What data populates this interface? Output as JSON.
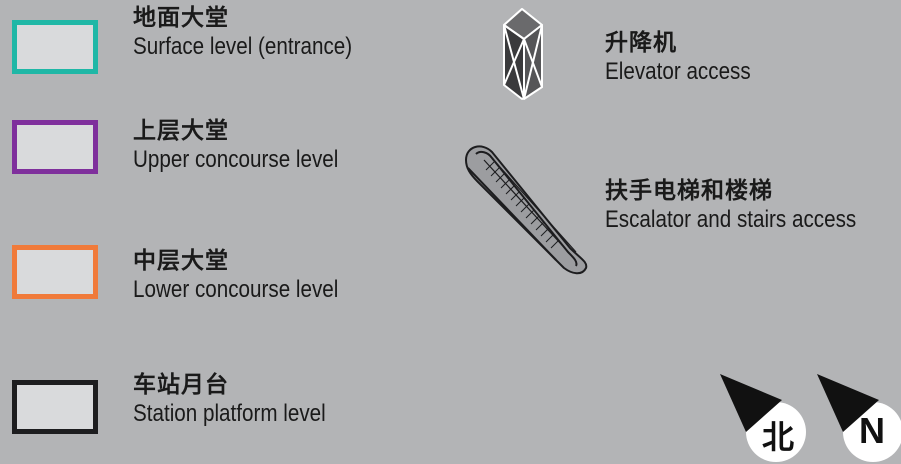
{
  "legend": {
    "levels": [
      {
        "zh": "地面大堂",
        "en": "Surface level (entrance)",
        "color": "#1fb7a6"
      },
      {
        "zh": "上层大堂",
        "en": "Upper concourse level",
        "color": "#7f2f9c"
      },
      {
        "zh": "中层大堂",
        "en": "Lower concourse level",
        "color": "#f07a3a"
      },
      {
        "zh": "车站月台",
        "en": "Station platform level",
        "color": "#1d1d1f"
      }
    ],
    "access": [
      {
        "zh": "升降机",
        "en": "Elevator access",
        "icon": "elevator-icon"
      },
      {
        "zh": "扶手电梯和楼梯",
        "en": "Escalator and stairs access",
        "icon": "escalator-icon"
      }
    ]
  },
  "compass": {
    "zh": {
      "label": "北",
      "icon": "north-arrow-icon"
    },
    "en": {
      "label": "N",
      "icon": "north-arrow-icon"
    }
  }
}
